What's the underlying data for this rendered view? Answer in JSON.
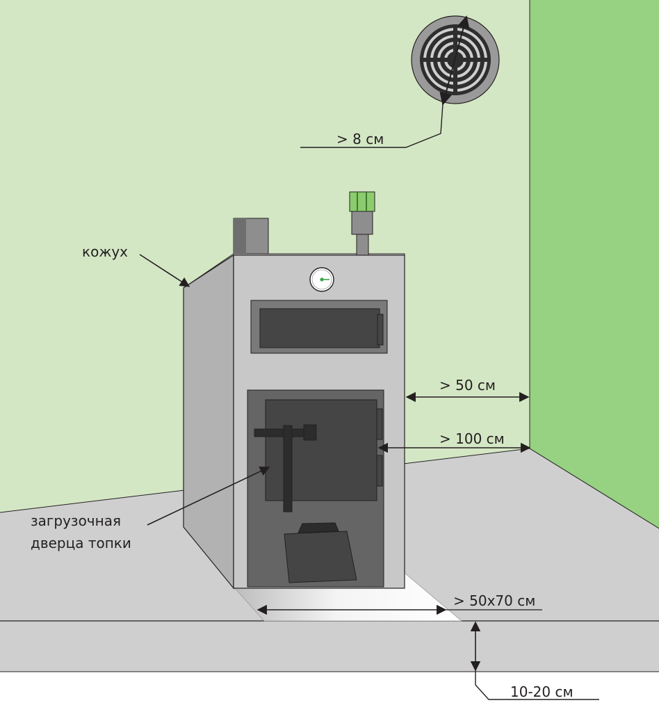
{
  "labels": {
    "vent_gap": "> 8 см",
    "casing": "кожух",
    "side_clearance": "> 50 см",
    "front_clearance": "> 100 см",
    "load_door_line1": "загрузочная",
    "load_door_line2": "дверца топки",
    "floor_sheet": "> 50x70 см",
    "base_height": "10-20 см"
  },
  "colors": {
    "back_wall": "#d4e7c5",
    "right_wall": "#97d182",
    "floor": "#cfcfcf",
    "boiler_front": "#c8c8c8",
    "boiler_side": "#b2b2b2",
    "boiler_dark": "#454545",
    "accent_green": "#8ccc6e",
    "line": "#231f20"
  }
}
